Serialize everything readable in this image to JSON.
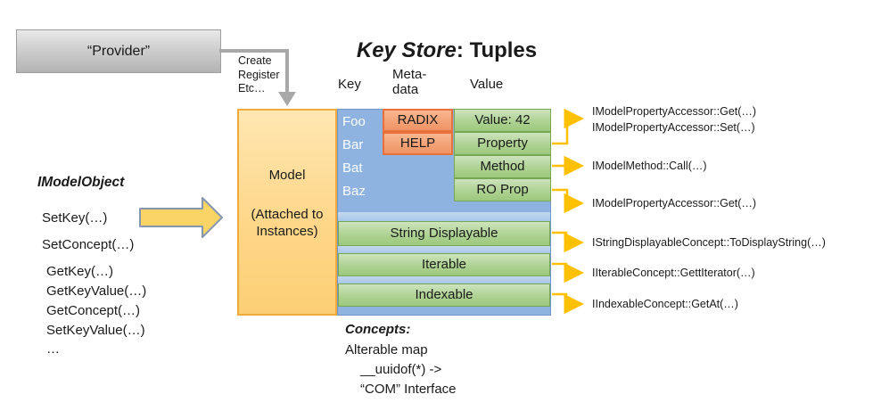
{
  "provider": {
    "label": "“Provider”"
  },
  "provider_arrow_note": "Create\nRegister\nEtc…",
  "title": {
    "emphasis": "Key Store",
    "rest": ": Tuples"
  },
  "columns": {
    "key": "Key",
    "metadata": "Meta-\ndata",
    "value": "Value"
  },
  "model_panel": {
    "title": "Model",
    "subtitle": "(Attached to Instances)"
  },
  "keys": [
    "Foo",
    "Bar",
    "Bat",
    "Baz"
  ],
  "metadata_tags": [
    "RADIX",
    "HELP"
  ],
  "value_cells": [
    "Value: 42",
    "Property",
    "Method",
    "RO Prop"
  ],
  "concept_bars": [
    "String Displayable",
    "Iterable",
    "Indexable"
  ],
  "imodelobject": {
    "heading": "IModelObject",
    "methods": [
      "SetKey(…)",
      "SetConcept(…)",
      "GetKey(…)",
      "GetKeyValue(…)",
      "GetConcept(…)",
      "SetKeyValue(…)",
      "…"
    ]
  },
  "api_labels": {
    "property": [
      "IModelPropertyAccessor::Get(…)",
      "IModelPropertyAccessor::Set(…)"
    ],
    "method": "IModelMethod::Call(…)",
    "ro_prop": "IModelPropertyAccessor::Get(…)",
    "string_displayable": "IStringDisplayableConcept::ToDisplayString(…)",
    "iterable": "IIterableConcept::GettIterator(…)",
    "indexable": "IIndexableConcept::GetAt(…)"
  },
  "concepts_note": {
    "heading": "Concepts:",
    "lines": [
      "Alterable map",
      "__uuidof(*) ->",
      "“COM” Interface"
    ]
  },
  "colors": {
    "model_fill": "#FCD377",
    "model_border": "#F2A93C",
    "panel_blue": "#8EB3E0",
    "stripe_blue": "#AEC9EA",
    "green_fill": "#A9D18E",
    "green_border": "#76A851",
    "meta_fill": "#F4A97E",
    "meta_border": "#E8713B",
    "connector_yellow": "#FFC000",
    "provider_gray": "#BFBFBF",
    "arrow_gray": "#A8A8A8",
    "block_arrow_fill": "#FBD468",
    "block_arrow_border": "#8496B0",
    "key_text": "#FFFFFF"
  }
}
